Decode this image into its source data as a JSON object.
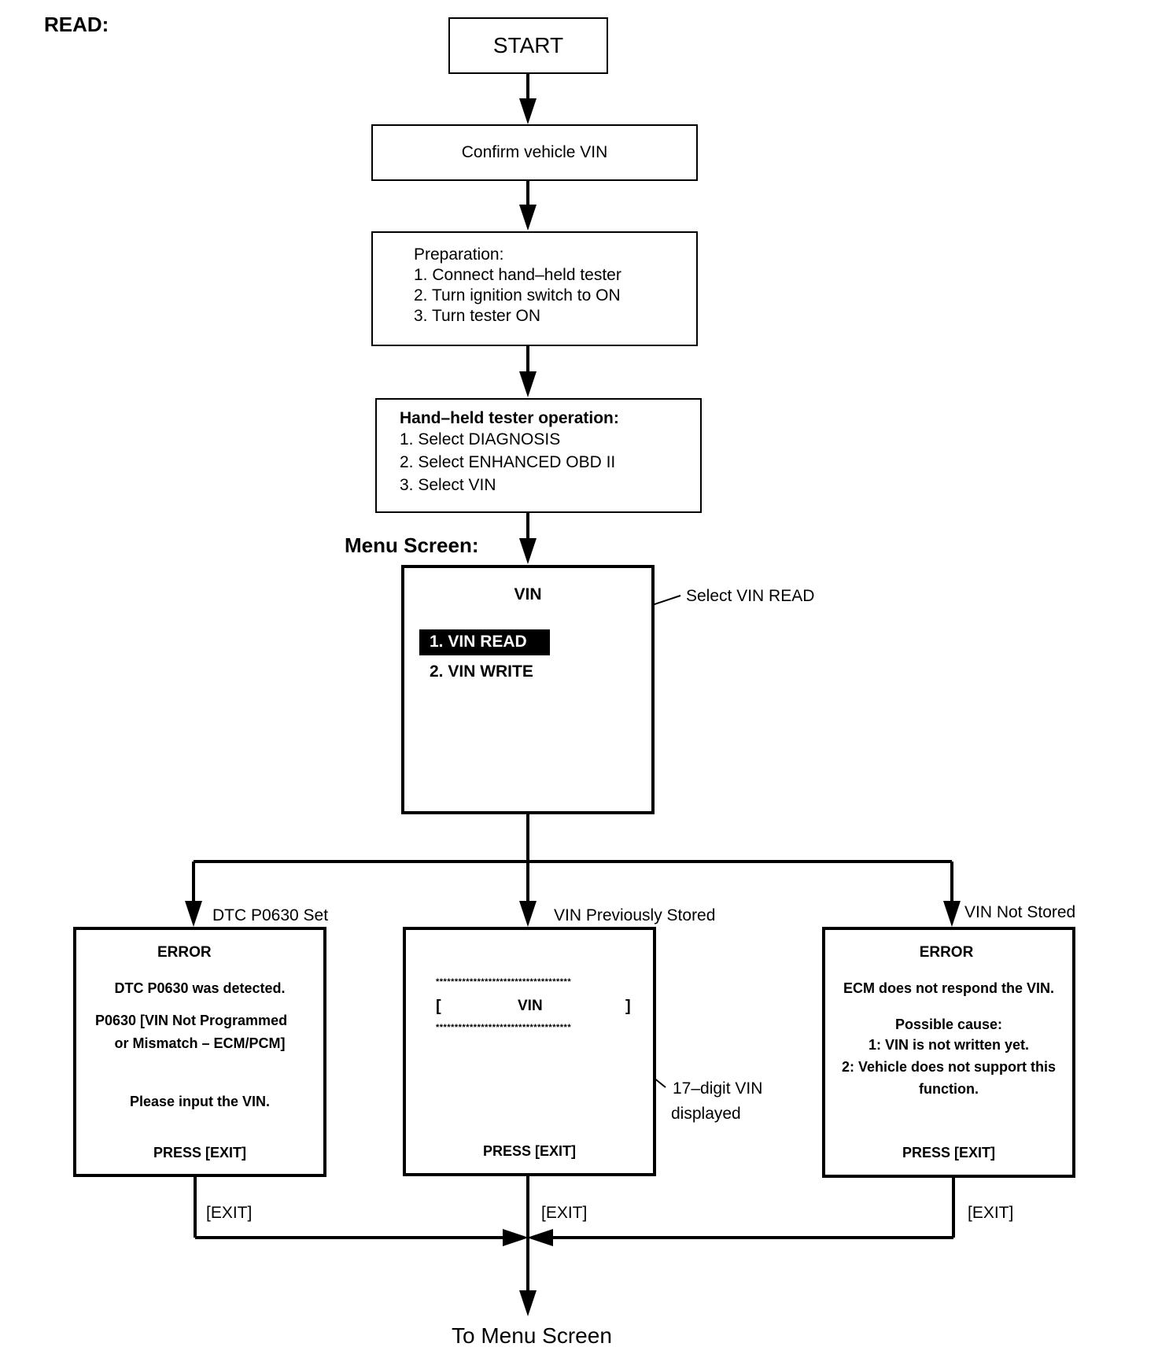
{
  "page": {
    "heading": "READ:",
    "start": "START",
    "confirm": "Confirm vehicle VIN",
    "preparation": {
      "title": "Preparation:",
      "steps": [
        "1. Connect hand–held tester",
        "2. Turn ignition switch to ON",
        "3. Turn tester ON"
      ]
    },
    "tester_op": {
      "title": "Hand–held tester operation:",
      "steps": [
        "1. Select DIAGNOSIS",
        "2. Select ENHANCED OBD II",
        "3. Select VIN"
      ]
    },
    "menu_label": "Menu Screen:",
    "menu": {
      "title": "VIN",
      "items": [
        "1. VIN READ",
        "2. VIN WRITE"
      ],
      "callout": "Select VIN READ"
    },
    "branches": {
      "dtc": {
        "label": "DTC P0630 Set",
        "title": "ERROR",
        "lines": [
          "DTC P0630 was detected.",
          "P0630  [VIN Not Programmed",
          "or Mismatch – ECM/PCM]",
          "Please input the VIN."
        ],
        "press": "PRESS [EXIT]",
        "exit": "[EXIT]"
      },
      "stored": {
        "label": "VIN Previously Stored",
        "stars": "************************************",
        "bracket_left": "[",
        "vin": "VIN",
        "bracket_right": "]",
        "press": "PRESS [EXIT]",
        "callout": [
          "17–digit VIN",
          "displayed"
        ],
        "exit": "[EXIT]"
      },
      "not_stored": {
        "label": "VIN Not Stored",
        "title": "ERROR",
        "lines": [
          "ECM does not respond the VIN.",
          "Possible cause:",
          "1: VIN is not written yet.",
          "2: Vehicle does not support this",
          "function."
        ],
        "press": "PRESS [EXIT]",
        "exit": "[EXIT]"
      }
    },
    "end": "To Menu Screen"
  }
}
